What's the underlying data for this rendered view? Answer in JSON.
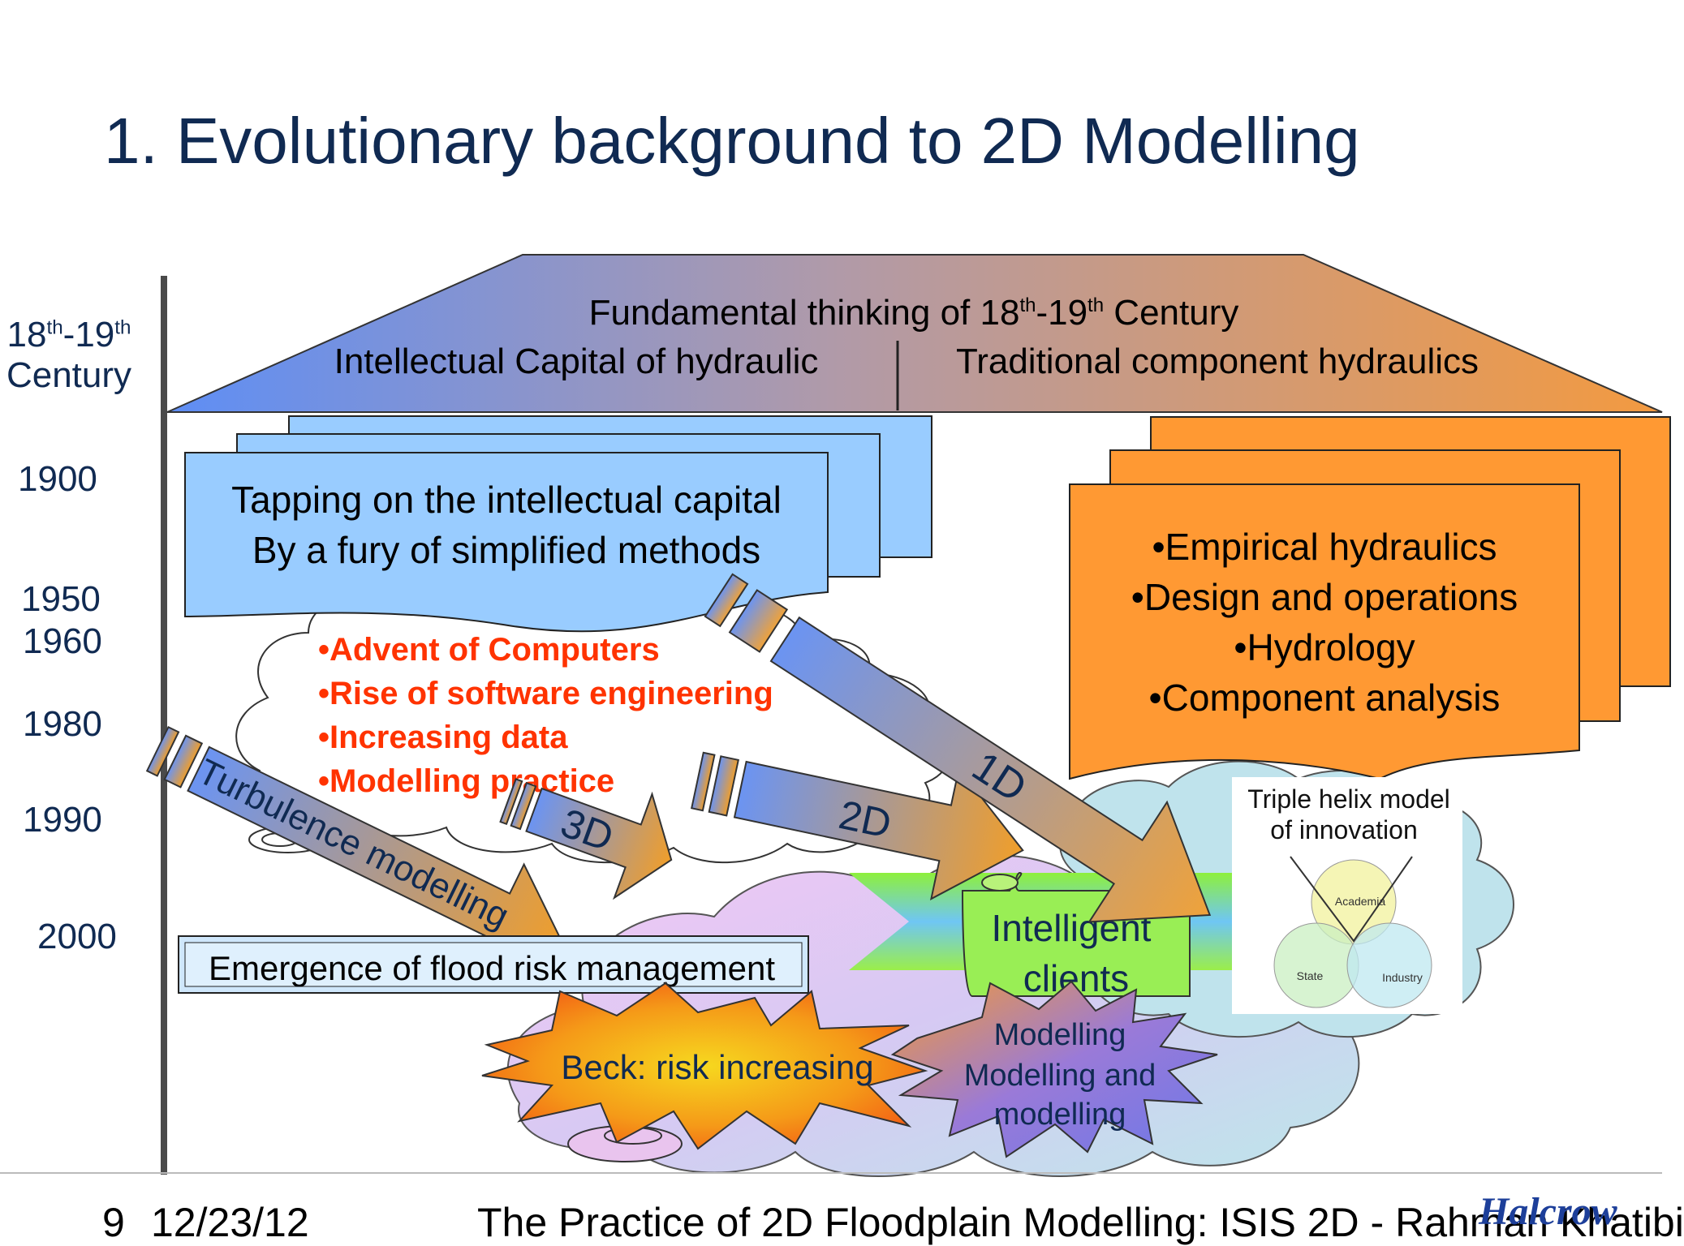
{
  "slide": {
    "title": "1. Evolutionary background to 2D Modelling"
  },
  "timeline": {
    "top_label": {
      "line1_a": "18",
      "line1_sup1": "th",
      "line1_b": "-19",
      "line1_sup2": "th",
      "line2": "Century"
    },
    "years": [
      "1900",
      "1950",
      "1960",
      "1980",
      "1990",
      "2000"
    ]
  },
  "roof": {
    "title_a": "Fundamental thinking of 18",
    "title_sup1": "th",
    "title_b": "-19",
    "title_sup2": "th",
    "title_c": " Century",
    "left": "Intellectual Capital of hydraulic",
    "right": "Traditional component hydraulics"
  },
  "blue_stack": {
    "line1": "Tapping on the intellectual capital",
    "line2": "By a fury of simplified methods"
  },
  "orange_stack": {
    "items": [
      "•Empirical hydraulics",
      "•Design and operations",
      "•Hydrology",
      "•Component analysis"
    ]
  },
  "cloud_bullets": [
    "•Advent of Computers",
    "•Rise of software engineering",
    "•Increasing data",
    "•Modelling practice"
  ],
  "arrows": {
    "turbulence": "Turbulence modelling",
    "three_d": "3D",
    "two_d": "2D",
    "one_d": "1D"
  },
  "flood_box": "Emergence of flood risk management",
  "intelligent": {
    "line1": "Intelligent",
    "line2": "clients"
  },
  "helix": {
    "title1": "Triple helix model",
    "title2": "of innovation",
    "circle_a": "Academia",
    "circle_b": "State",
    "circle_c": "Industry"
  },
  "beck": "Beck: risk increasing",
  "modelling": {
    "line1": "Modelling",
    "line2": "Modelling and",
    "line3": "modelling"
  },
  "footer": {
    "page": "9",
    "date": "12/23/12",
    "text": "The Practice of 2D Floodplain Modelling: ISIS 2D - Rahman Khatibi",
    "logo": "Halcrow"
  },
  "colors": {
    "title": "#102a52",
    "blue_box": "#99ccff",
    "orange_box": "#ff9933",
    "red_text": "#ff3300",
    "arrow_start": "#6699ff",
    "arrow_end": "#ff9900"
  }
}
